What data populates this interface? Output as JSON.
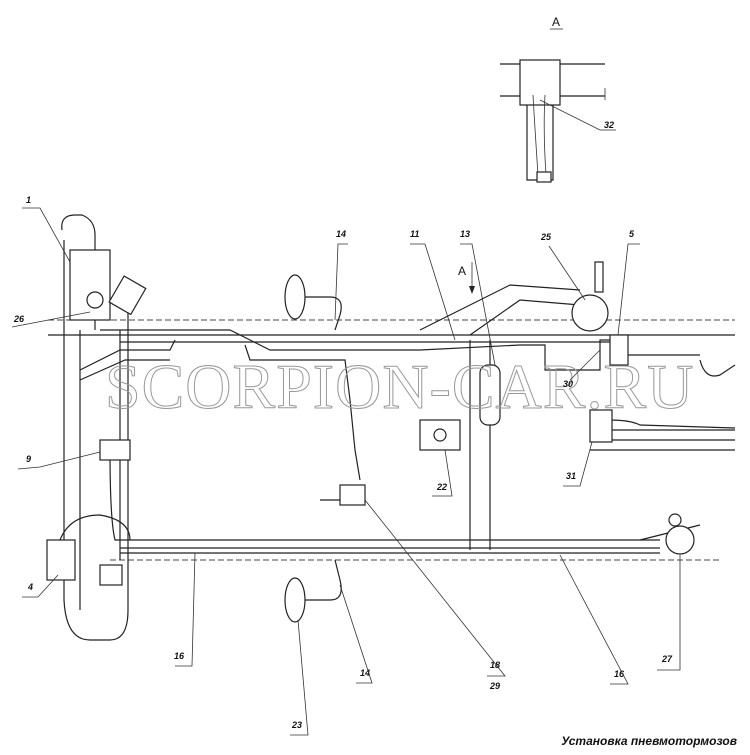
{
  "view_label_top": "A",
  "view_label_arrow": "A",
  "watermark": "SCORPION-CAR.RU",
  "caption": "Установка пневмотормозов",
  "callouts": {
    "c32": "32",
    "c1": "1",
    "c14a": "14",
    "c11": "11",
    "c13": "13",
    "c25": "25",
    "c5": "5",
    "c26": "26",
    "c30": "30",
    "c9": "9",
    "c22": "22",
    "c31": "31",
    "c4": "4",
    "c16a": "16",
    "c14b": "14",
    "c18": "18",
    "c29": "29",
    "c16b": "16",
    "c27": "27",
    "c23": "23"
  }
}
